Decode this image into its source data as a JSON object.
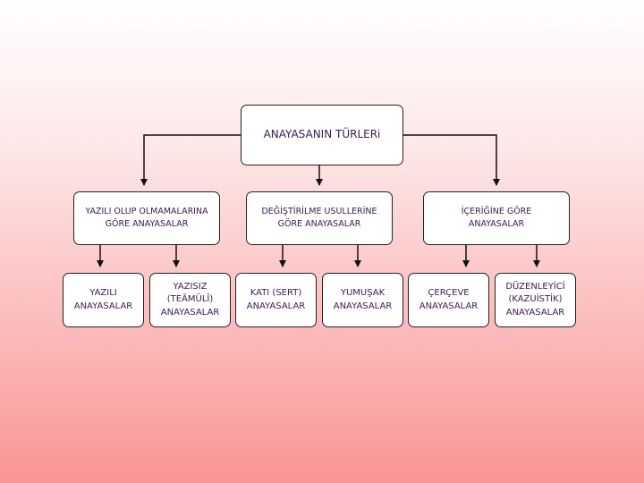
{
  "diagram": {
    "root": {
      "label": "ANAYASANIN TÜRLERi"
    },
    "categories": [
      {
        "label": "YAZILI OLUP OLMAMALARINA\nGÖRE ANAYASALAR"
      },
      {
        "label": "DEĞİŞTİRİLME USULLERİNE\nGÖRE ANAYASALAR"
      },
      {
        "label": "İÇERİĞİNE GÖRE\nANAYASALAR"
      }
    ],
    "types": [
      {
        "label": "YAZILI\nANAYASALAR"
      },
      {
        "label": "YAZISIZ (TEÂMÜLÎ)\nANAYASALAR"
      },
      {
        "label": "KATI (SERT)\nANAYASALAR"
      },
      {
        "label": "YUMUŞAK\nANAYASALAR"
      },
      {
        "label": "ÇERÇEVE\nANAYASALAR"
      },
      {
        "label": "DÜZENLEYİCİ\n(KAZUİSTİK)\nANAYASALAR"
      }
    ]
  },
  "colors": {
    "text": "#3d1a4d",
    "line": "#111111",
    "box_fill": "#ffffff"
  }
}
